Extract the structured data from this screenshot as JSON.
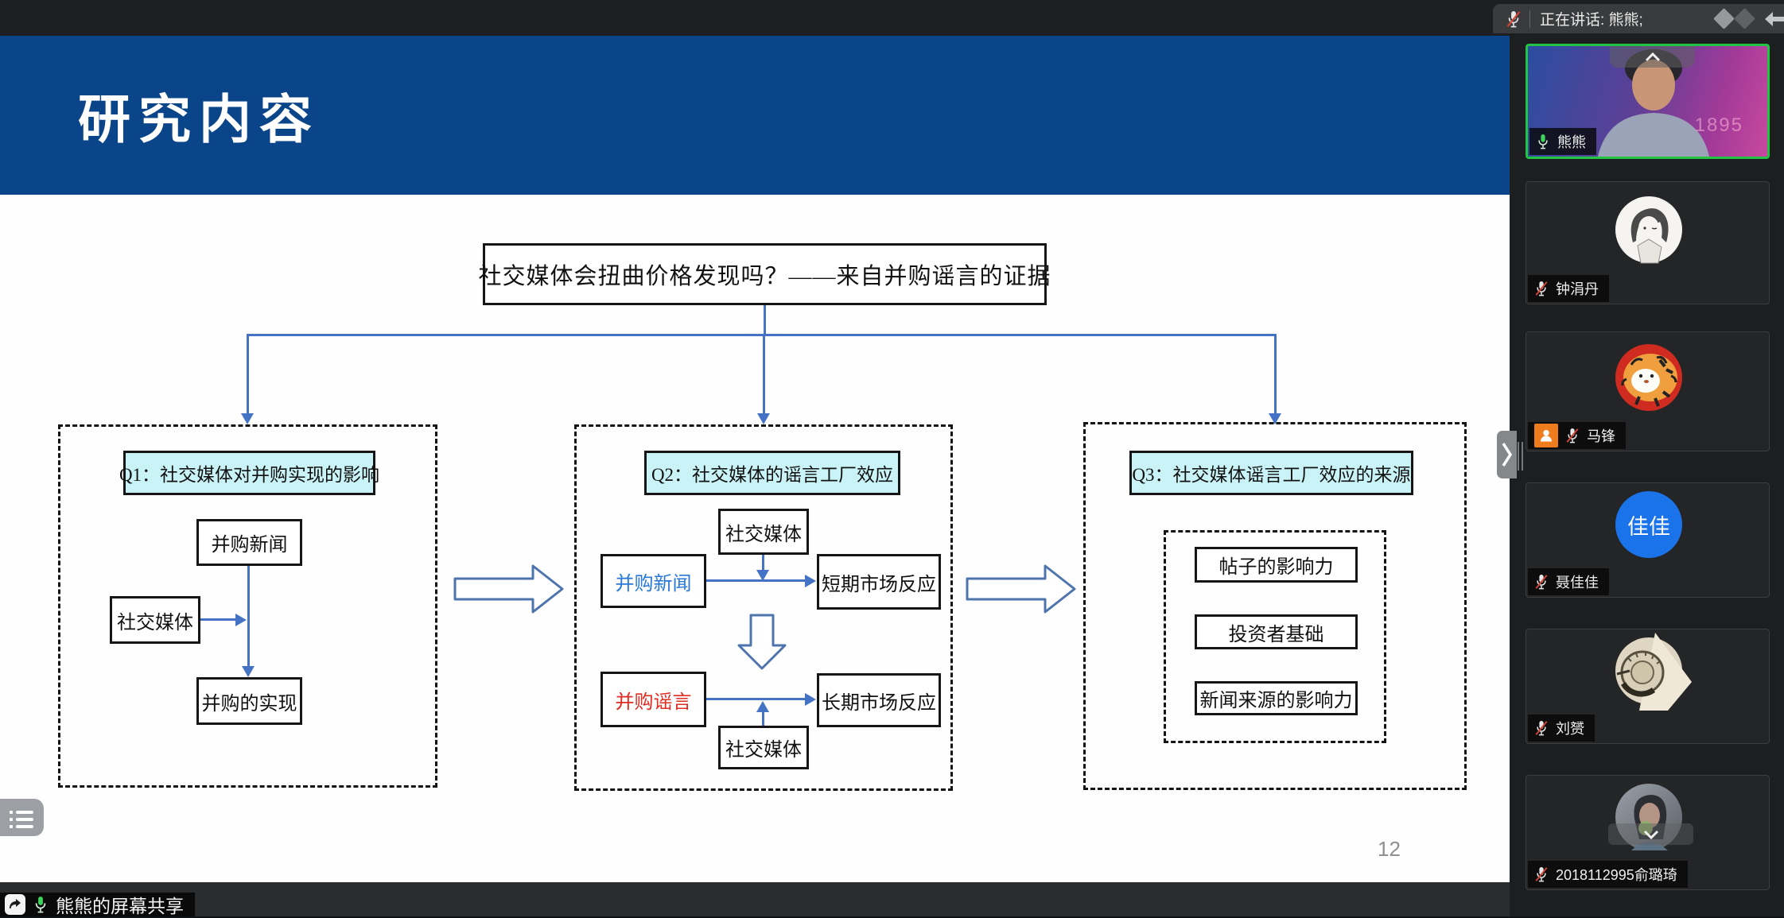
{
  "meeting": {
    "speaking_bar": {
      "label": "正在讲话: 熊熊;"
    },
    "share_badge": {
      "label": "熊熊的屏幕共享"
    }
  },
  "slide": {
    "title": "研究内容",
    "page_number": "12",
    "top_box": "社交媒体会扭曲价格发现吗？——来自并购谣言的证据",
    "q1": {
      "header": "Q1：社交媒体对并购实现的影响",
      "news": "并购新闻",
      "social": "社交媒体",
      "realization": "并购的实现"
    },
    "q2": {
      "header": "Q2：社交媒体的谣言工厂效应",
      "social_top": "社交媒体",
      "news": "并购新闻",
      "short_term": "短期市场反应",
      "rumor": "并购谣言",
      "long_term": "长期市场反应",
      "social_bottom": "社交媒体"
    },
    "q3": {
      "header": "Q3：社交媒体谣言工厂效应的来源",
      "post_influence": "帖子的影响力",
      "investor_base": "投资者基础",
      "source_influence": "新闻来源的影响力"
    }
  },
  "sidebar": {
    "participants": [
      {
        "name": "熊熊",
        "mic": "on",
        "speaking": true,
        "video_watermark": "1895"
      },
      {
        "name": "钟涓丹",
        "mic": "muted"
      },
      {
        "name": "马锋",
        "mic": "muted",
        "role": "host"
      },
      {
        "name": "聂佳佳",
        "mic": "muted",
        "avatar_text": "佳佳"
      },
      {
        "name": "刘赟",
        "mic": "muted"
      },
      {
        "name": "2018112995俞璐琦",
        "mic": "muted"
      }
    ]
  },
  "colors": {
    "slide_header_blue": "#0a4489",
    "panel_header_cyan": "#c9f3f6",
    "flow_arrow_blue": "#4472c4",
    "hollow_arrow_outline": "#4e74ae",
    "news_text_blue": "#2878d8",
    "rumor_text_red": "#e02b20",
    "speaking_border_green": "#23c343",
    "host_icon_orange": "#ee7b1c",
    "avatar_circle_blue": "#1a73e8"
  }
}
